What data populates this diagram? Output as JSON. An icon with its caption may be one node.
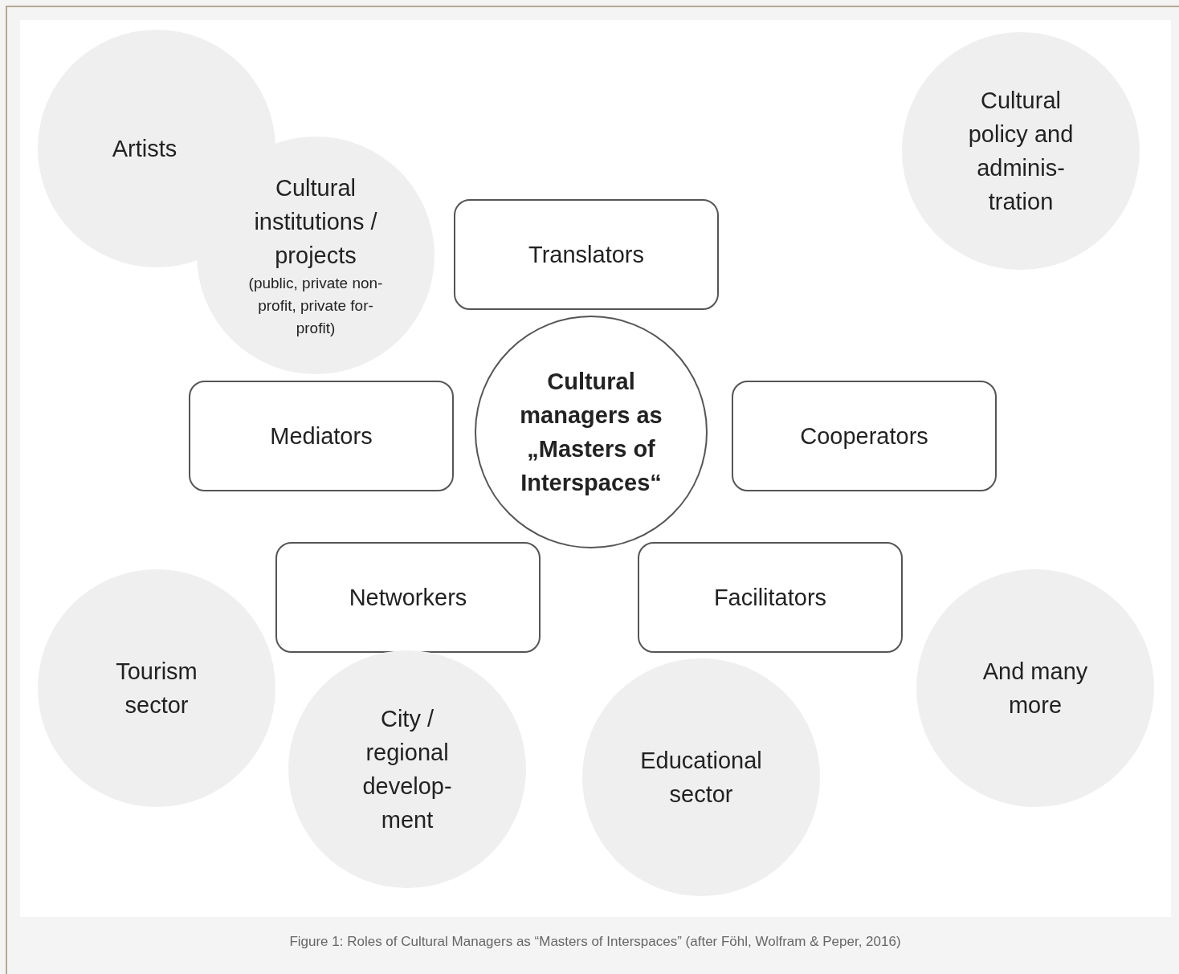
{
  "diagram": {
    "caption": "Figure 1: Roles of Cultural Managers as “Masters of Interspaces” (after Föhl, Wolfram & Peper, 2016)",
    "nodes": [
      {
        "text": [
          "Artists"
        ]
      },
      {
        "text": [
          "Cultural institutions / projects",
          "(public, private non-profit, private for-profit)"
        ]
      },
      {
        "text": [
          "Cultural policy and adminis- tration"
        ]
      },
      {
        "text": [
          "Translators"
        ]
      },
      {
        "text": [
          "Mediators"
        ]
      },
      {
        "text": [
          "Cultural managers as „Masters of Interspaces“"
        ]
      },
      {
        "text": [
          "Cooperators"
        ]
      },
      {
        "text": [
          "Networkers"
        ]
      },
      {
        "text": [
          "Facilitators"
        ]
      },
      {
        "text": [
          "Tourism sector"
        ]
      },
      {
        "text": [
          "And many more"
        ]
      },
      {
        "text": [
          "City / regional develop- ment"
        ]
      },
      {
        "text": [
          "Educational sector"
        ]
      }
    ]
  }
}
